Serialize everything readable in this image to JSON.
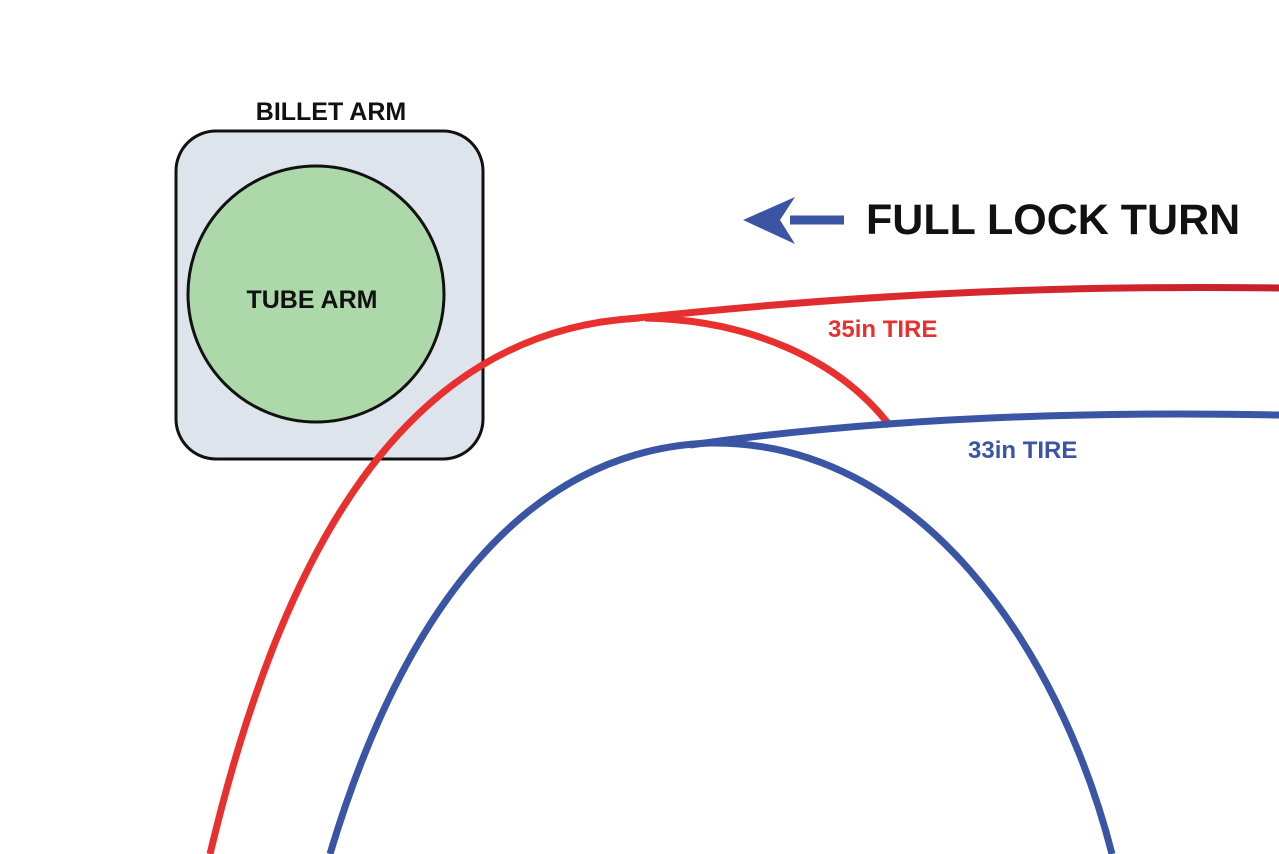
{
  "labels": {
    "billet_arm": "BILLET ARM",
    "tube_arm": "TUBE ARM",
    "full_lock_turn": "FULL LOCK TURN",
    "tire_35": "35in TIRE",
    "tire_33": "33in TIRE"
  },
  "colors": {
    "billet_fill": "#dde4ec",
    "tube_fill": "#add8a9",
    "outline": "#111111",
    "red_tire": "#e8312f",
    "red_tire_dark": "#c81f2e",
    "blue_tire": "#3a55a4",
    "arrow": "#3a55a4",
    "text": "#111111"
  }
}
